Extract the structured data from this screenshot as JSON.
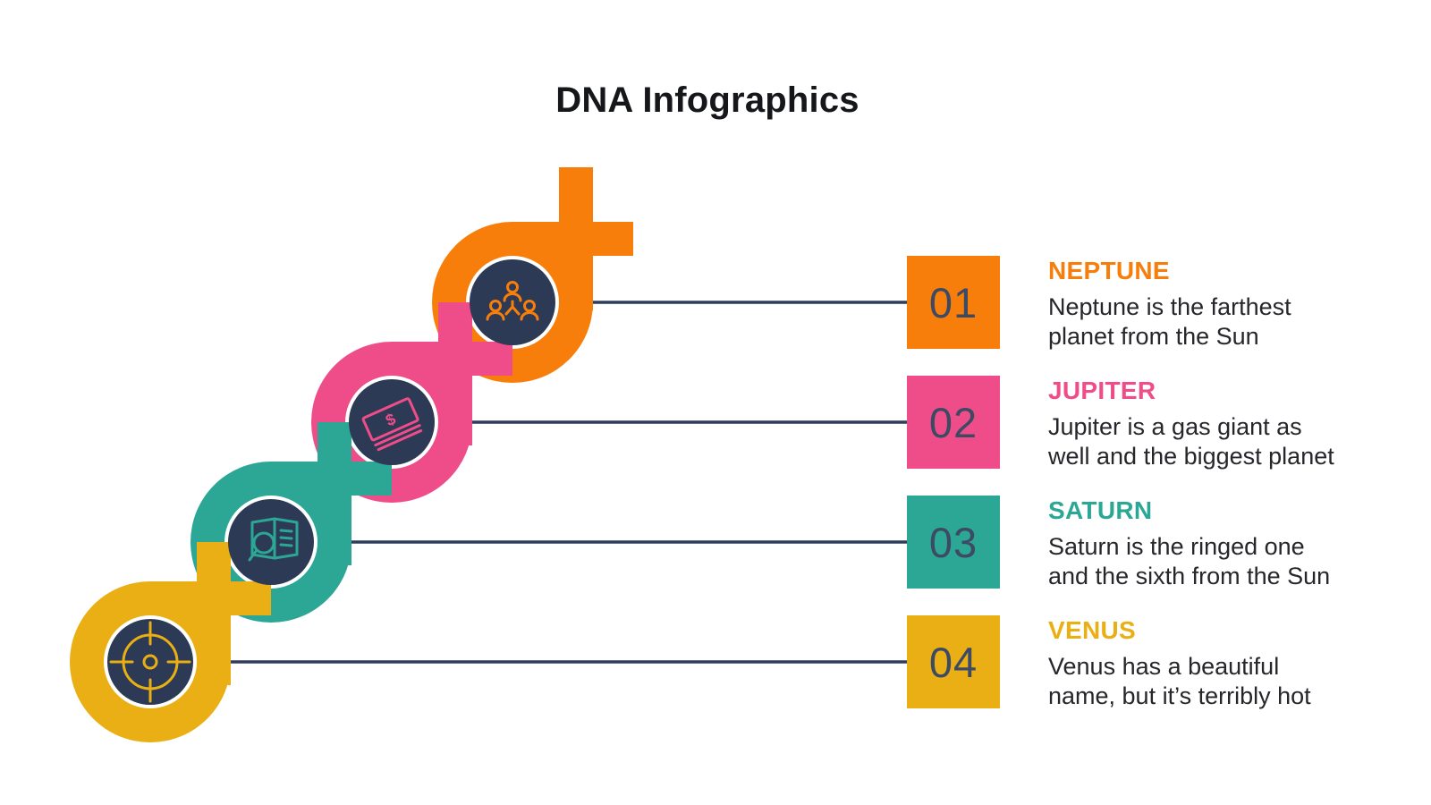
{
  "title": "DNA Infographics",
  "colors": {
    "orange": "#F87E0B",
    "pink": "#EF4D89",
    "teal": "#2CA695",
    "yellow": "#EAAF14",
    "navy": "#2D3A56",
    "line": "#2F3D5C",
    "number": "#3C4A63",
    "body": "#26262B",
    "title_text": "#16171B",
    "background": "#FFFFFF"
  },
  "items": [
    {
      "number": "01",
      "planet": "NEPTUNE",
      "description": "Neptune is the farthest\nplanet from the Sun",
      "color_key": "orange",
      "icon": "people-hierarchy-icon"
    },
    {
      "number": "02",
      "planet": "JUPITER",
      "description": "Jupiter is a gas giant as\nwell and the biggest planet",
      "color_key": "pink",
      "icon": "money-stack-icon"
    },
    {
      "number": "03",
      "planet": "SATURN",
      "description": "Saturn is the ringed one\nand the sixth from the Sun",
      "color_key": "teal",
      "icon": "book-magnifier-icon"
    },
    {
      "number": "04",
      "planet": "VENUS",
      "description": "Venus has a beautiful\nname, but it’s terribly hot",
      "color_key": "yellow",
      "icon": "target-icon"
    }
  ]
}
